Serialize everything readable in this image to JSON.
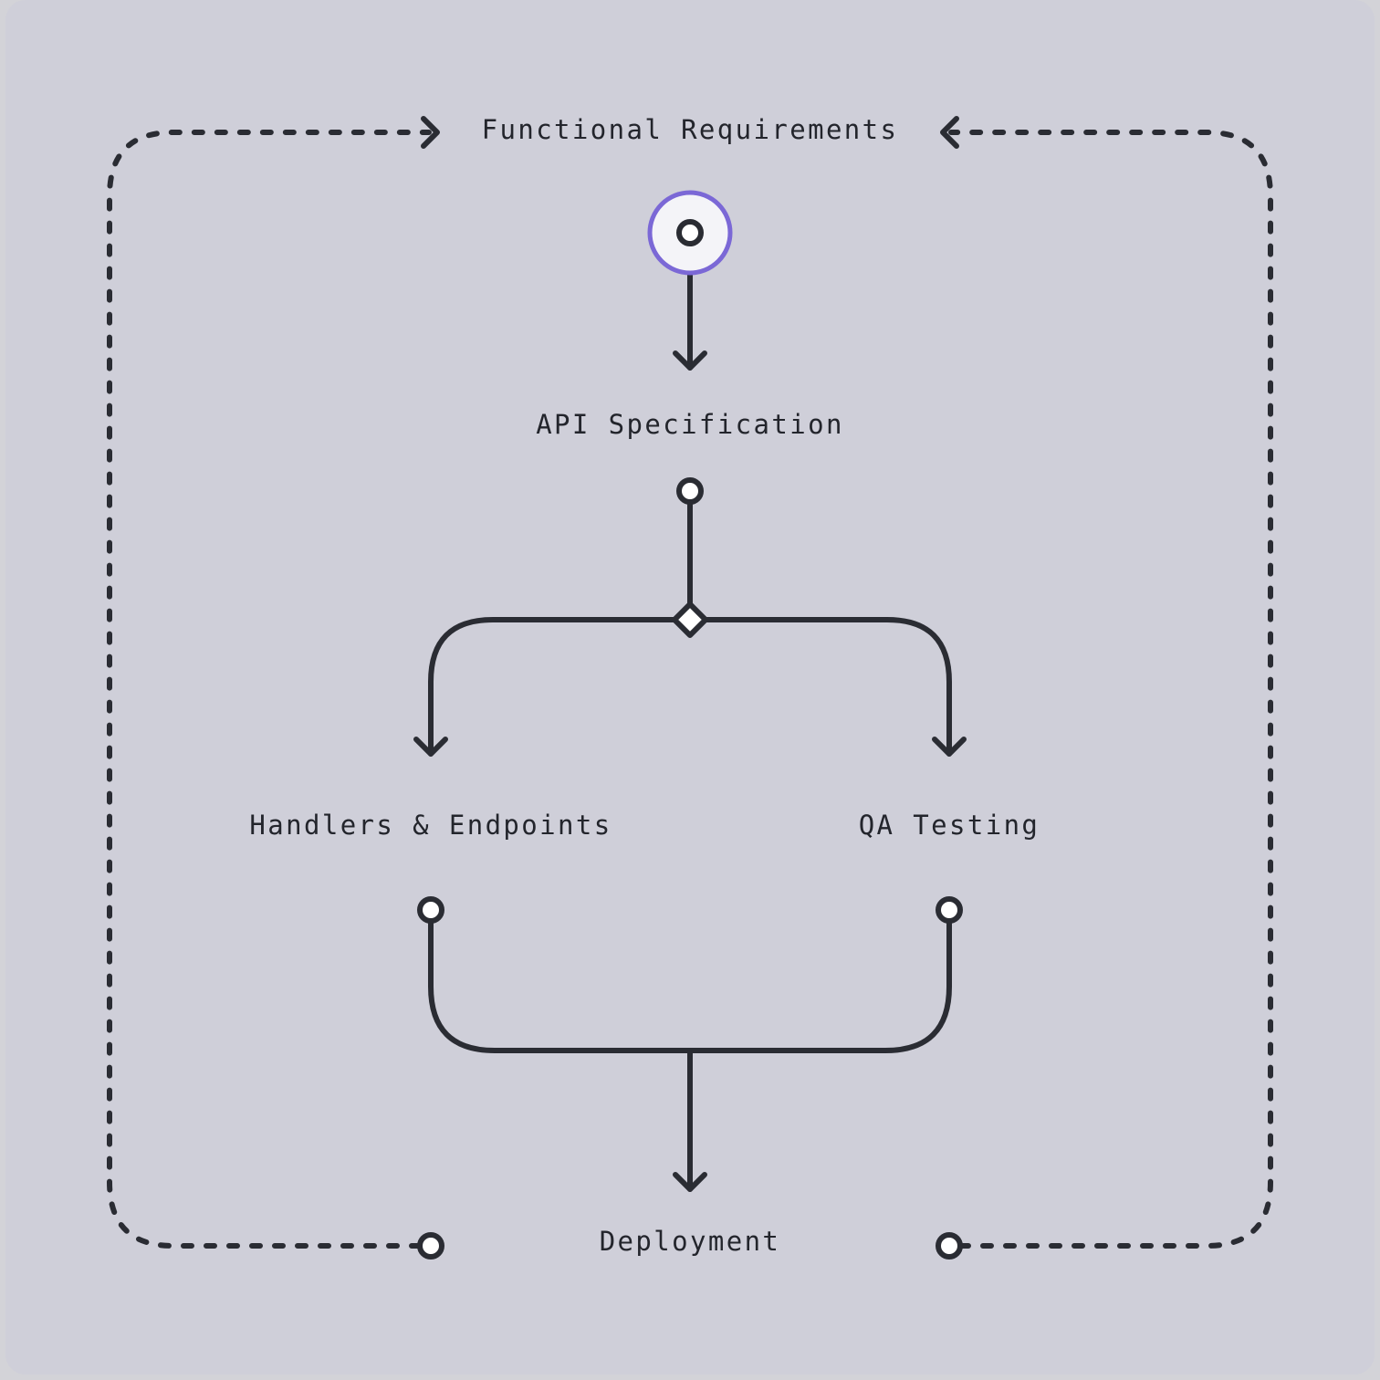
{
  "diagram": {
    "nodes": {
      "functional_requirements": "Functional Requirements",
      "api_specification": "API Specification",
      "handlers_endpoints": "Handlers & Endpoints",
      "qa_testing": "QA Testing",
      "deployment": "Deployment"
    },
    "edges": [
      {
        "from": "Functional Requirements",
        "to": "API Specification",
        "style": "solid"
      },
      {
        "from": "API Specification",
        "to": "Handlers & Endpoints",
        "style": "solid",
        "via": "decision-diamond"
      },
      {
        "from": "API Specification",
        "to": "QA Testing",
        "style": "solid",
        "via": "decision-diamond"
      },
      {
        "from": "Handlers & Endpoints",
        "to": "Deployment",
        "style": "solid"
      },
      {
        "from": "QA Testing",
        "to": "Deployment",
        "style": "solid"
      },
      {
        "from": "Deployment",
        "to": "Functional Requirements",
        "style": "dashed",
        "side": "left"
      },
      {
        "from": "Deployment",
        "to": "Functional Requirements",
        "style": "dashed",
        "side": "right"
      }
    ],
    "colors": {
      "background": "#cfcfd9",
      "stroke": "#2a2c33",
      "start_ring": "#7b68d6",
      "node_fill": "#f4f4f8"
    }
  }
}
